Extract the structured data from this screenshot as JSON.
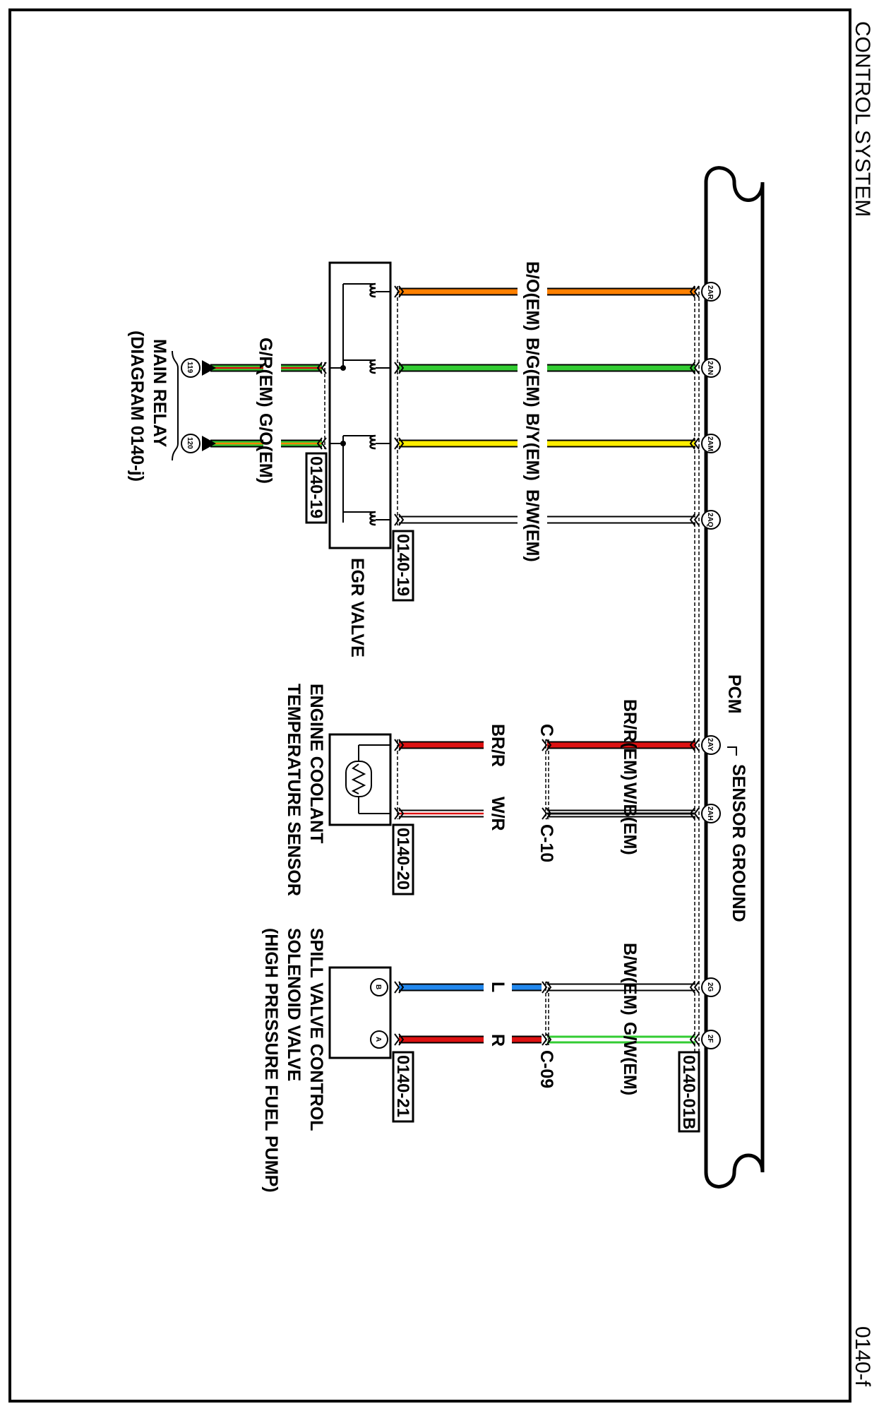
{
  "page": {
    "section_title": "CONTROL SYSTEM",
    "page_code": "0140-f"
  },
  "pcm": {
    "label": "PCM",
    "sensor_ground_label": "SENSOR GROUND",
    "ref": "0140-01B"
  },
  "egr": {
    "label": "EGR VALVE",
    "ref_terminals": "0140-19",
    "ref_supply": "0140-19",
    "wires": [
      {
        "pin": "2AR",
        "label": "B/O(EM)",
        "colors": [
          "#ff8000",
          "#000000"
        ]
      },
      {
        "pin": "2AN",
        "label": "B/G(EM)",
        "colors": [
          "#33cc33",
          "#000000"
        ]
      },
      {
        "pin": "2AM",
        "label": "B/Y(EM)",
        "colors": [
          "#ffee00",
          "#000000"
        ]
      },
      {
        "pin": "2AQ",
        "label": "B/W(EM)",
        "colors": [
          "#ffffff",
          "#000000"
        ]
      }
    ],
    "supply": [
      {
        "pin": "119",
        "label": "G/R(EM)",
        "colors": [
          "#33cc33",
          "#dd1111"
        ]
      },
      {
        "pin": "120",
        "label": "G/O(EM)",
        "colors": [
          "#33cc33",
          "#ff8000"
        ]
      }
    ]
  },
  "main_relay": {
    "line1": "MAIN RELAY",
    "line2": "(DIAGRAM 0140-j)"
  },
  "ect": {
    "line1": "ENGINE COOLANT",
    "line2": "TEMPERATURE SENSOR",
    "ref": "0140-20",
    "connector_left": "C",
    "connector_right": "C-10",
    "wires": [
      {
        "pin": "2AY",
        "pcm_label": "BR/R(EM)",
        "comp_label": "BR/R",
        "colors": [
          "#dd1111",
          "#8b4513"
        ]
      },
      {
        "pin": "2AH",
        "pcm_label": "W/B(EM)",
        "comp_label": "W/R",
        "colors": [
          "#000000",
          "#ffffff"
        ]
      }
    ]
  },
  "spill": {
    "line1": "SPILL VALVE CONTROL",
    "line2": "SOLENOID VALVE",
    "line3": "(HIGH PRESSURE FUEL PUMP)",
    "ref": "0140-21",
    "connector": "C-09",
    "wires": [
      {
        "pin": "2G",
        "pcm_label": "B/W(EM)",
        "comp_label": "L",
        "comp_pin": "B"
      },
      {
        "pin": "2F",
        "pcm_label": "G/W(EM)",
        "comp_label": "R",
        "comp_pin": "A"
      }
    ]
  }
}
